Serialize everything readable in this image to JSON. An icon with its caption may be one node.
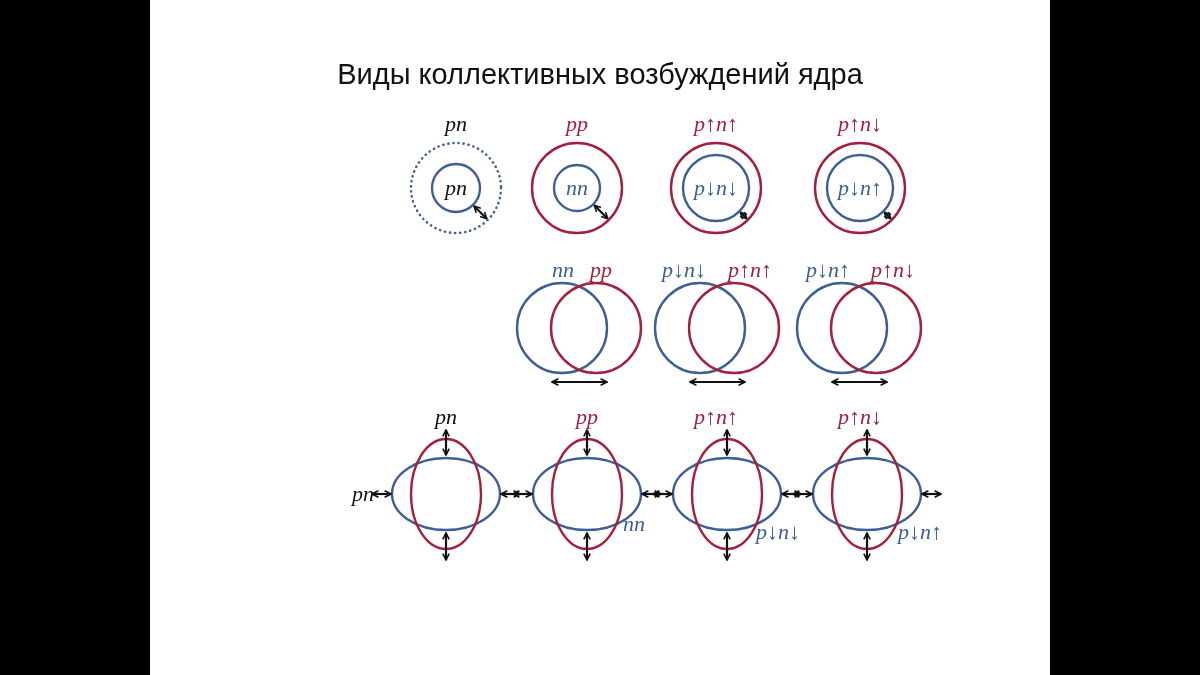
{
  "diagram": {
    "title": "Виды коллективных возбуждений ядра",
    "nodes": [
      {
        "text": [
          "pn"
        ]
      },
      {
        "text": [
          "pn"
        ],
        "in": 0
      },
      {
        "text": [
          "pp"
        ]
      },
      {
        "text": [
          "nn"
        ],
        "in": 2
      },
      {
        "text": [
          "p↑n↑"
        ]
      },
      {
        "text": [
          "p↓n↓"
        ],
        "in": 4
      },
      {
        "text": [
          "p↑n↓"
        ]
      },
      {
        "text": [
          "p↓n↑"
        ],
        "in": 6
      }
    ],
    "labels": [
      "nn",
      "pp",
      "p↓n↓",
      "p↑n↑",
      "p↓n↑",
      "p↑n↓",
      "pn",
      "pp",
      "p↑n↑",
      "p↑n↓",
      "pn",
      "nn",
      "p↓n↓",
      "p↓n↑"
    ]
  }
}
